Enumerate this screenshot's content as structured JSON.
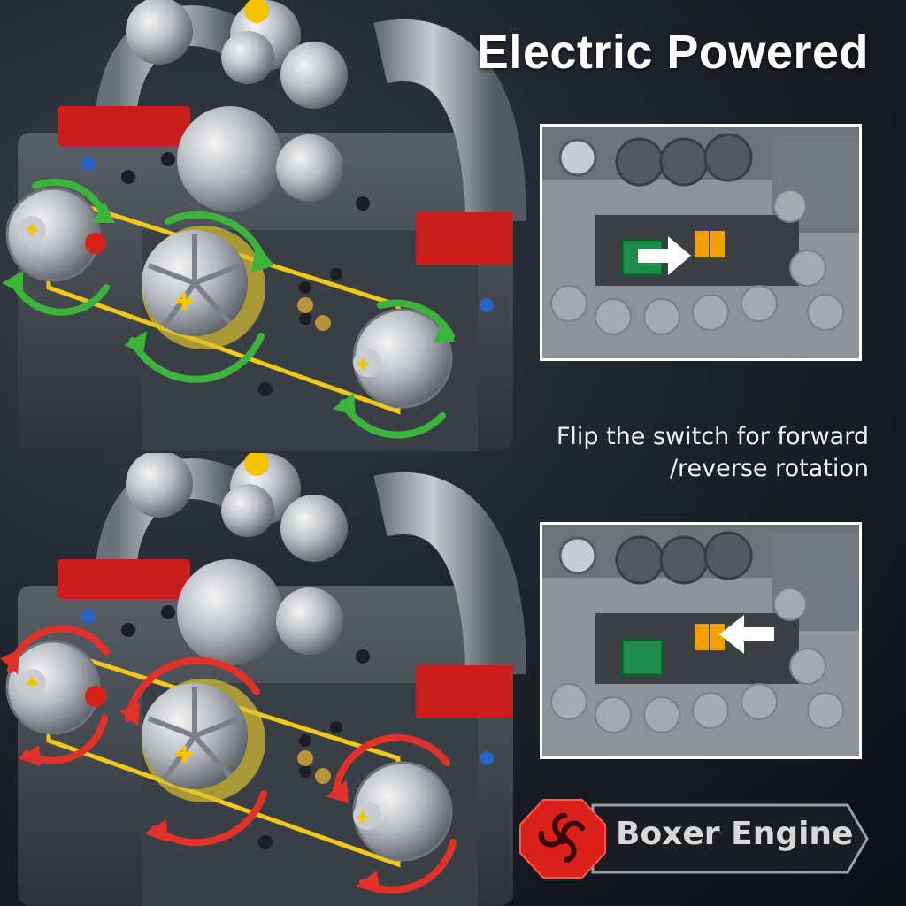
{
  "headline": "Electric Powered",
  "caption": {
    "line1": "Flip the switch for forward",
    "line2": "/reverse rotation"
  },
  "badge": {
    "label": "Boxer Engine",
    "icon": "turbo-swirl-icon",
    "icon_color": "#d9201c"
  },
  "panels": [
    {
      "state": "forward",
      "arrow_color": "#3cb43c",
      "switch_arrow": "right"
    },
    {
      "state": "reverse",
      "arrow_color": "#e0322a",
      "switch_arrow": "left"
    }
  ],
  "colors": {
    "belt": "#f0c818",
    "brick_red": "#c81e1e",
    "switch_green": "#1e8c4a",
    "switch_orange": "#f0a000"
  }
}
